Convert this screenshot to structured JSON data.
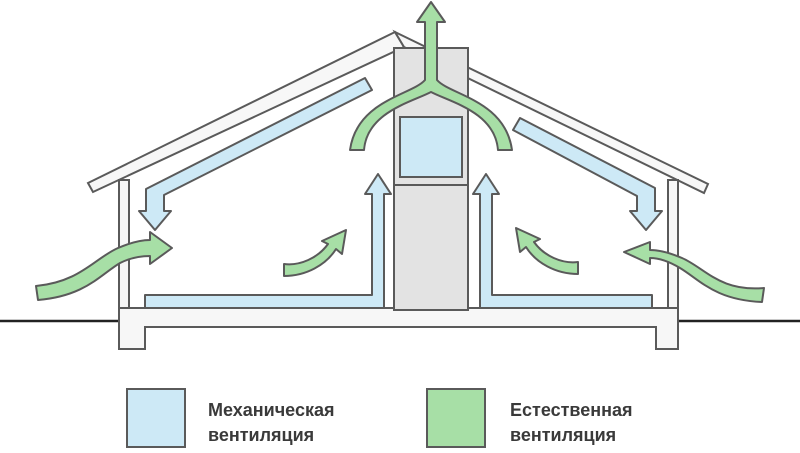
{
  "colors": {
    "mechanical": "#cde9f6",
    "natural": "#a7dfa6",
    "outline": "#5a5a5a",
    "wall_fill": "#f7f7f7",
    "core_fill": "#e3e3e3",
    "ground": "#222222"
  },
  "legend": {
    "mechanical": {
      "line1": "Механическая",
      "line2": "вентиляция"
    },
    "natural": {
      "line1": "Естественная",
      "line2": "вентиляция"
    }
  }
}
